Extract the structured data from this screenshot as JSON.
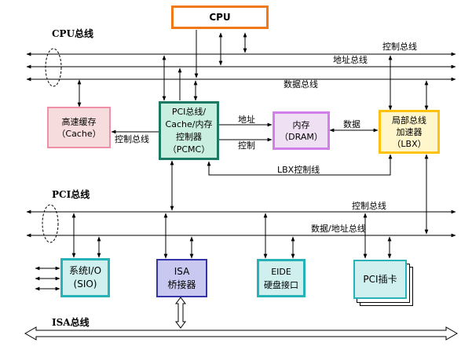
{
  "colors": {
    "cpu_border": "#f07a1a",
    "cache_border": "#f08fa8",
    "cache_fill": "#f6dcdc",
    "pcmc_border": "#1d7a62",
    "pcmc_fill": "#c9efe0",
    "dram_border": "#d080e8",
    "dram_fill": "#efe0f3",
    "lbx_border": "#ffc20e",
    "lbx_fill": "#fff6cc",
    "sio_border": "#27b2b8",
    "sio_fill": "#d0f0f0",
    "isa_border": "#3434a8",
    "isa_fill": "#c8c8f0",
    "eide_border": "#27b2b8",
    "eide_fill": "#d0f0f0",
    "pci_card_border": "#27b2b8",
    "pci_card_fill": "#d0f0f0"
  },
  "cpu": {
    "label": "CPU"
  },
  "cache": {
    "line1": "高速缓存",
    "line2": "（Cache）"
  },
  "pcmc": {
    "line1": "PCI总线/",
    "line2": "Cache/内存",
    "line3": "控制器",
    "line4": "（PCMC）"
  },
  "dram": {
    "line1": "内存",
    "line2": "（DRAM）"
  },
  "lbx": {
    "line1": "局部总线",
    "line2": "加速器",
    "line3": "（LBX）"
  },
  "sio": {
    "line1": "系统I/O",
    "line2": "(SIO)"
  },
  "isa_bridge": {
    "line1": "ISA",
    "line2": "桥接器"
  },
  "eide": {
    "line1": "EIDE",
    "line2": "硬盘接口"
  },
  "pci_card": {
    "label": "PCI插卡"
  },
  "labels": {
    "cpu_bus": "CPU总线",
    "cpu_control_bus": "控制总线",
    "cpu_address_bus": "地址总线",
    "cpu_data_bus": "数据总线",
    "cache_control": "控制总线",
    "address": "地址",
    "control": "控制",
    "data": "数据",
    "lbx_control": "LBX控制线",
    "pci_bus": "PCI总线",
    "pci_control_bus": "控制总线",
    "pci_data_address_bus": "数据/地址总线",
    "isa_bus": "ISA总线"
  }
}
